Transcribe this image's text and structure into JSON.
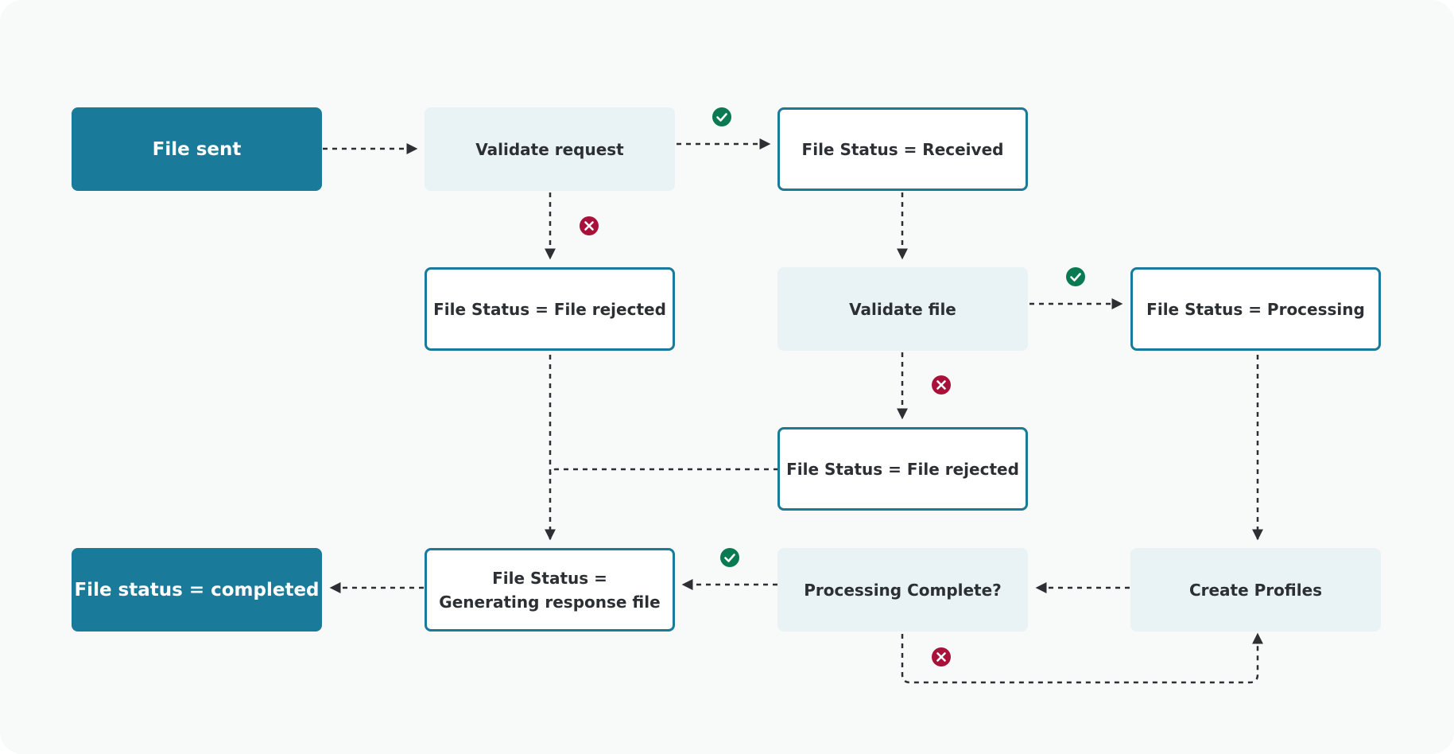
{
  "colors": {
    "primary": "#1a7a99",
    "process_fill": "#e9f2f4",
    "text": "#2c2f33",
    "connector": "#2c2f33",
    "success": "#0a7a52",
    "failure": "#a8123a",
    "background": "#f8f9f9"
  },
  "nodes": {
    "file_sent": "File sent",
    "validate_request": "Validate request",
    "status_received": "File Status = Received",
    "status_rejected_request": "File Status = File rejected",
    "validate_file": "Validate file",
    "status_processing": "File Status = Processing",
    "status_rejected_file": "File Status = File rejected",
    "status_generating_line1": "File Status =",
    "status_generating_line2": "Generating response file",
    "processing_complete": "Processing Complete?",
    "create_profiles": "Create Profiles",
    "status_completed": "File status = completed"
  },
  "icons": {
    "success": "check-circle-icon",
    "failure": "x-circle-icon"
  }
}
